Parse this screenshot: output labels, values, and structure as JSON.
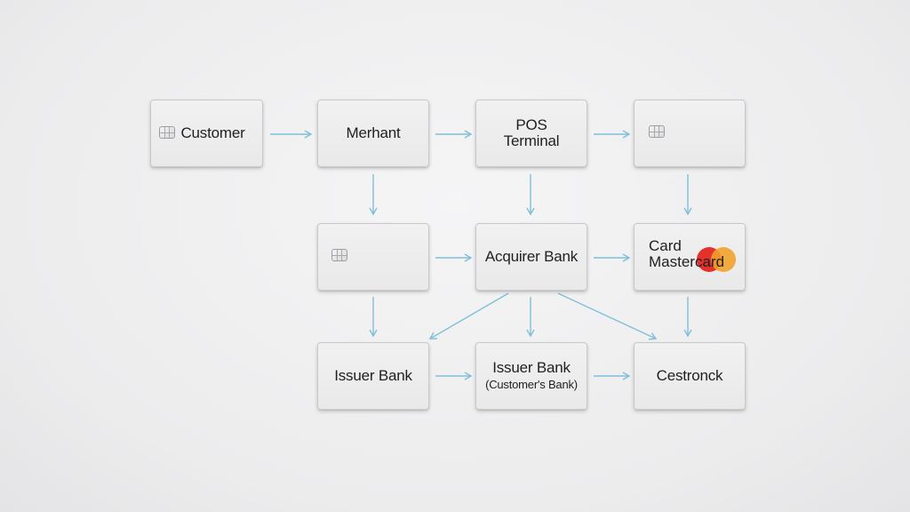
{
  "nodes": {
    "customer": {
      "label": "Customer"
    },
    "merchant": {
      "label": "Merhant"
    },
    "pos": {
      "label": "POS\nTerminal"
    },
    "acquirer": {
      "label": "Acquirer Bank"
    },
    "card": {
      "line1": "Card",
      "line2": "Mastercard"
    },
    "issuer1": {
      "label": "Issuer Bank"
    },
    "issuer2": {
      "label": "Issuer Bank",
      "sub": "(Customer's Bank)"
    },
    "cestronck": {
      "label": "Cestronck"
    }
  },
  "icons": {
    "chip": "card-chip-icon",
    "logo": "mastercard-logo-icon"
  },
  "colors": {
    "arrow": "#7fbfda",
    "node_border": "#c9c9cc",
    "text": "#1f1f22",
    "mc_red": "#e2322b",
    "mc_orange": "#f0a028"
  }
}
